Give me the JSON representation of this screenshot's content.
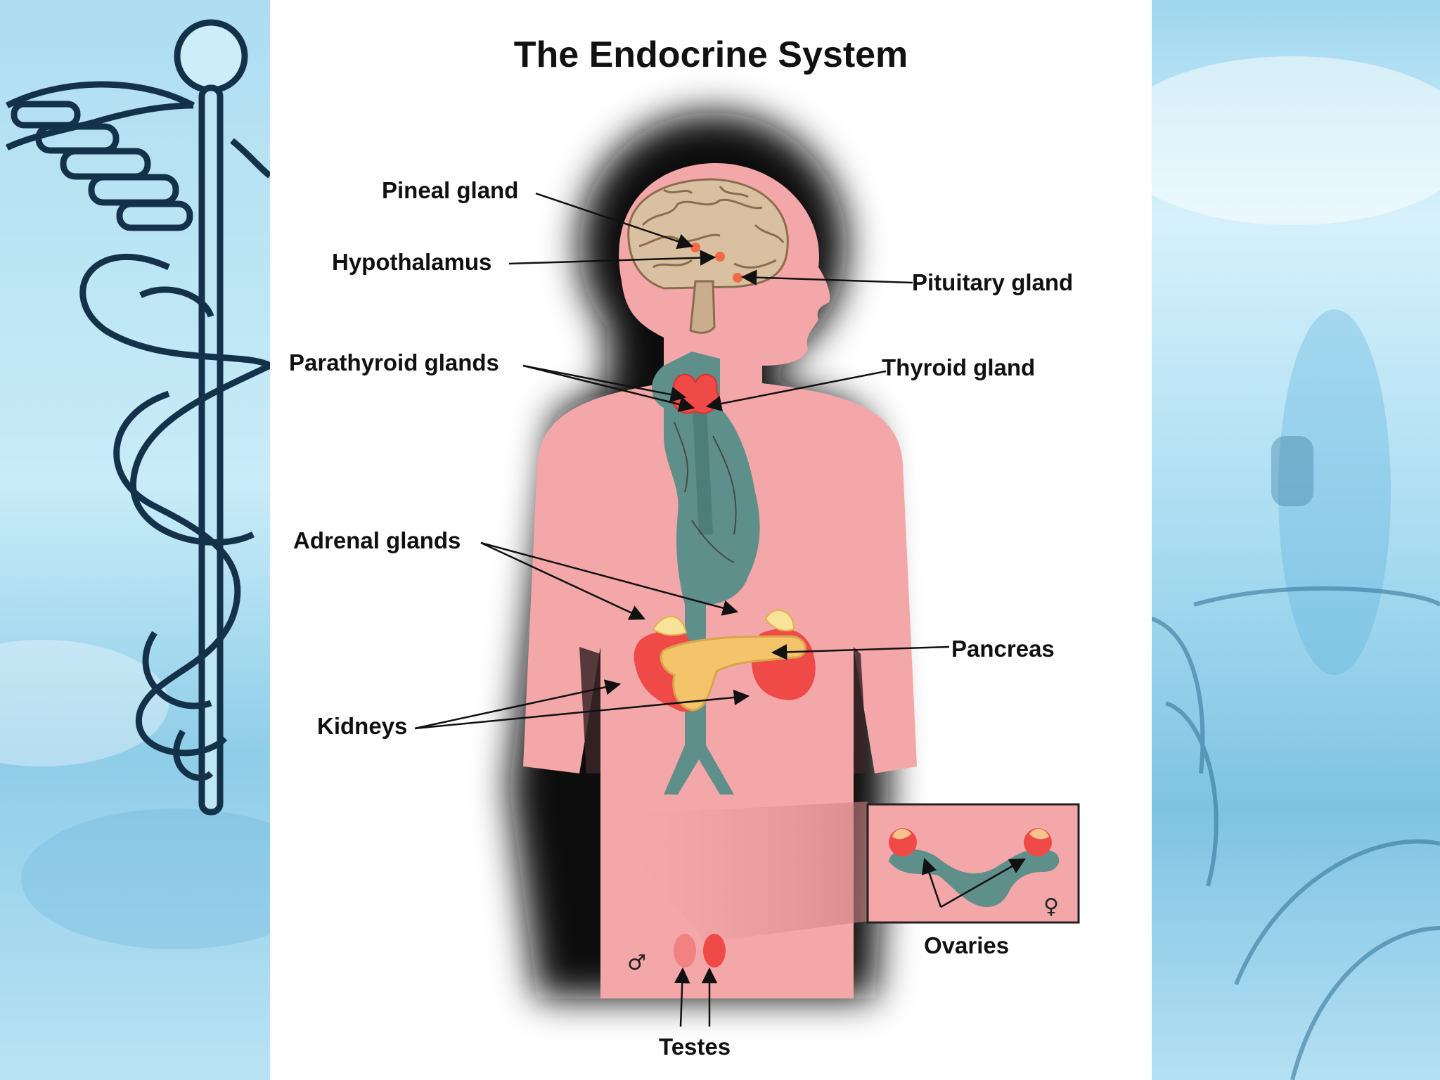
{
  "title": "The Endocrine System",
  "labels": {
    "pineal": "Pineal gland",
    "hypothalamus": "Hypothalamus",
    "pituitary": "Pituitary gland",
    "parathyroid": "Parathyroid glands",
    "thyroid": "Thyroid gland",
    "adrenal": "Adrenal glands",
    "pancreas": "Pancreas",
    "kidneys": "Kidneys",
    "ovaries": "Ovaries",
    "testes": "Testes"
  },
  "symbols": {
    "male": "♂",
    "female": "♀"
  },
  "colors": {
    "skin": "#f4a7a8",
    "vessels": "#5f8f8a",
    "gland": "#f04a48",
    "brain": "#d9c0a0",
    "pancreas": "#f3c46a",
    "adrenal": "#f7e39a",
    "arrows": "#111111"
  }
}
